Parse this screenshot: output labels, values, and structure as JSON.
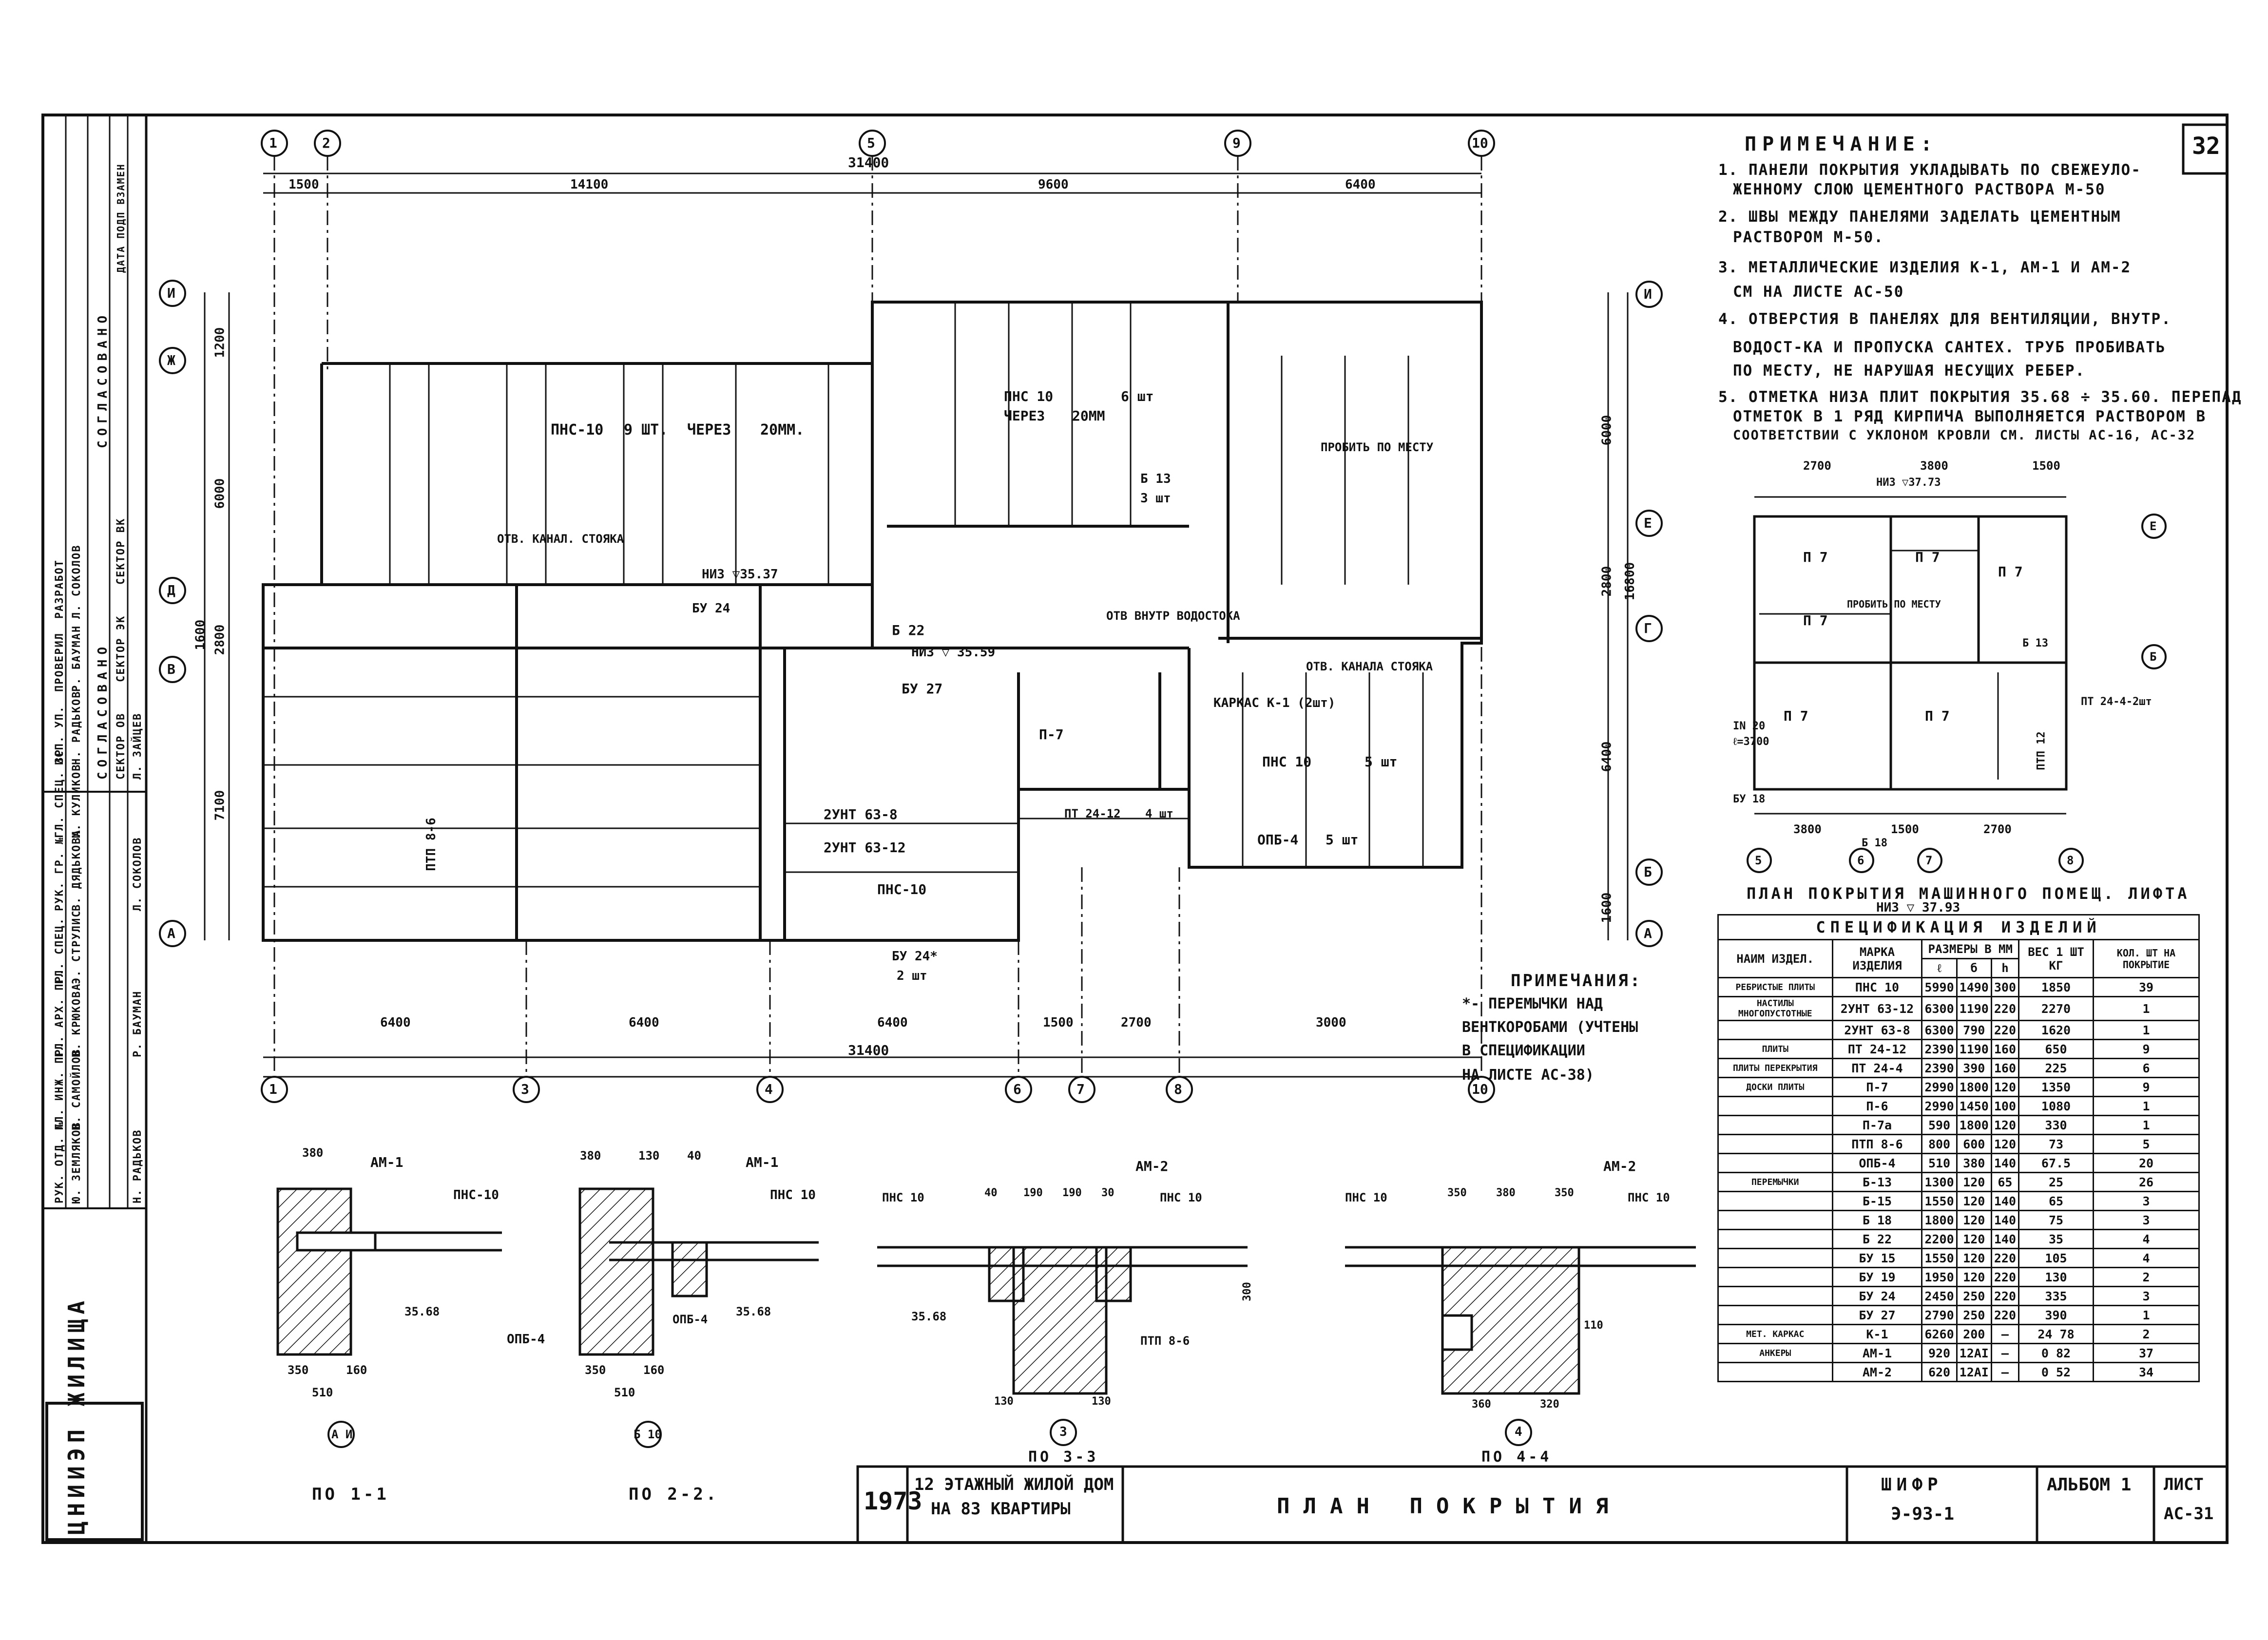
{
  "sheet": {
    "sheet_number_top": "32",
    "year": "1973",
    "project": "12 ЭТАЖНЫЙ ЖИЛОЙ ДОМ НА 83 КВАРТИРЫ",
    "project_line1": "12 ЭТАЖНЫЙ ЖИЛОЙ ДОМ",
    "project_line2": "НА 83 КВАРТИРЫ",
    "drawing_title": "ПЛАН ПОКРЫТИЯ",
    "code_label": "ШИФР",
    "code_value": "Э-93-1",
    "album": "АЛЬБОМ 1",
    "sheet_label": "ЛИСТ",
    "sheet_value": "АС-31",
    "logo": "ЦНИИЭП ЖИЛИЩА"
  },
  "notes": {
    "title": "ПРИМЕЧАНИЕ:",
    "items": [
      "1. ПАНЕЛИ ПОКРЫТИЯ УКЛАДЫВАТЬ ПО СВЕЖЕУЛО-",
      "ЖЕННОМУ СЛОЮ ЦЕМЕНТНОГО РАСТВОРА М-50",
      "2. ШВЫ МЕЖДУ ПАНЕЛЯМИ ЗАДЕЛАТЬ ЦЕМЕНТНЫМ",
      "РАСТВОРОМ М-50.",
      "3. МЕТАЛЛИЧЕСКИЕ ИЗДЕЛИЯ К-1, АМ-1 И АМ-2",
      "СМ НА ЛИСТЕ АС-50",
      "4. ОТВЕРСТИЯ В ПАНЕЛЯХ ДЛЯ ВЕНТИЛЯЦИИ, ВНУТР.",
      "ВОДОСТ-КА И ПРОПУСКА САНТЕХ. ТРУБ ПРОБИВАТЬ",
      "ПО МЕСТУ, НЕ НАРУШАЯ НЕСУЩИХ РЕБЕР.",
      "5. ОТМЕТКА НИЗА ПЛИТ ПОКРЫТИЯ 35.68 ÷ 35.60. ПЕРЕПАД",
      "ОТМЕТОК В 1 РЯД КИРПИЧА ВЫПОЛНЯЕТСЯ РАСТВОРОМ В",
      "СООТВЕТСТВИИ С УКЛОНОМ КРОВЛИ СМ. ЛИСТЫ АС-16, АС-32"
    ]
  },
  "notes2": {
    "title": "ПРИМЕЧАНИЯ:",
    "lines": [
      "*- ПЕРЕМЫЧКИ НАД",
      "ВЕНТКОРОБАМИ (УЧТЕНЫ",
      "В СПЕЦИФИКАЦИИ",
      "НА ЛИСТЕ АС-38)"
    ]
  },
  "plan": {
    "axes_top": [
      "1",
      "2",
      "5",
      "9",
      "10"
    ],
    "axes_bottom": [
      "1",
      "3",
      "4",
      "6",
      "7",
      "8",
      "10"
    ],
    "axes_left": [
      "И",
      "Ж",
      "Д",
      "В",
      "А"
    ],
    "axes_right": [
      "И",
      "Е",
      "Г",
      "Б",
      "А"
    ],
    "dims_top_total": "31400",
    "dims_top": [
      "1500",
      "14100",
      "9600",
      "6400"
    ],
    "dims_bottom": [
      "6400",
      "6400",
      "6400",
      "1500",
      "2700",
      "3000"
    ],
    "dims_bottom_total": "31400",
    "dims_left": [
      "1200",
      "6000",
      "1600",
      "2800",
      "7100"
    ],
    "dims_right": [
      "6000",
      "2800",
      "16800",
      "6400",
      "1600"
    ],
    "labels": [
      "ПНС-10",
      "9 ШТ.",
      "ЧЕРЕЗ",
      "20ММ.",
      "ПНС 10",
      "ЧЕРЕЗ",
      "20ММ",
      "6 шт",
      "ПРОБИТЬ ПО МЕСТУ",
      "ОТВ. КАНАЛ. СТОЯКА",
      "НИЗ ▽35.37",
      "БУ 24",
      "Б 13",
      "3 шт",
      "ОПБ-4",
      "5 шт",
      "ПНС 10",
      "5 шт",
      "ПТП 8-6",
      "П-7",
      "ПТ 24-12",
      "4 шт",
      "2УНТ 63-8",
      "2УНТ 63-12",
      "ПНС-10",
      "БУ 24*",
      "2 шт",
      "КАРКАС К-1 (2шт)",
      "ОТВ. КАНАЛА СТОЯКА",
      "ОТВ ВНУТР ВОДОСТОКА",
      "Б 22",
      "НИЗ ▽ 35.59",
      "БУ 27"
    ]
  },
  "lift_plan": {
    "title": "ПЛАН ПОКРЫТИЯ МАШИННОГО ПОМЕЩ. ЛИФТА",
    "level": "НИЗ ▽ 37.93",
    "labels": [
      "П 7",
      "П 7",
      "П 7",
      "П 7",
      "П 7",
      "П 7",
      "ПТП 12",
      "Б 13",
      "Б 18",
      "БУ 18",
      "ПРОБИТЬ ПО МЕСТУ",
      "IN 20",
      "ℓ=3700",
      "НИЗ ▽37.73",
      "ПТ 24-4-2шт"
    ],
    "dims_top": [
      "2700",
      "3800",
      "1500"
    ],
    "dims_bottom": [
      "3800",
      "1500",
      "2700"
    ],
    "axes": [
      "5",
      "6",
      "7",
      "8",
      "Е",
      "Б"
    ]
  },
  "sections": [
    {
      "caption": "ПО 1-1",
      "axis": "А И",
      "labels": [
        "АМ-1",
        "ПНС-10",
        "35.68",
        "ОПБ-4",
        "380",
        "350",
        "160",
        "510"
      ]
    },
    {
      "caption": "ПО 2-2.",
      "axis": "Б 10",
      "labels": [
        "АМ-1",
        "ПНС 10",
        "35.68",
        "ОПБ-4",
        "380",
        "130",
        "40",
        "350",
        "160",
        "510"
      ]
    },
    {
      "caption": "ПО 3-3",
      "axis": "3",
      "labels": [
        "АМ-2",
        "ПНС 10",
        "ПНС 10",
        "35.68",
        "ПТП 8-6",
        "40",
        "190",
        "190",
        "30",
        "130",
        "130",
        "300"
      ]
    },
    {
      "caption": "ПО 4-4",
      "axis": "4",
      "labels": [
        "АМ-2",
        "ПНС 10",
        "ПНС 10",
        "350",
        "380",
        "350",
        "360",
        "320",
        "110"
      ]
    }
  ],
  "spec": {
    "title": "СПЕЦИФИКАЦИЯ ИЗДЕЛИЙ",
    "headers": [
      "НАИМ ИЗДЕЛ.",
      "МАРКА ИЗДЕЛИЯ",
      "РАЗМЕРЫ В ММ",
      "ВЕС 1 ШТ КГ",
      "КОЛ. ШТ НА ПОКРЫТИЕ"
    ],
    "subheaders": [
      "ℓ",
      "б",
      "h"
    ],
    "rows": [
      {
        "group": "РЕБРИСТЫЕ ПЛИТЫ",
        "mark": "ПНС 10",
        "l": "5990",
        "b": "1490",
        "h": "300",
        "w": "1850",
        "n": "39"
      },
      {
        "group": "НАСТИЛЫ МНОГОПУСТОТНЫЕ",
        "mark": "2УНТ 63-12",
        "l": "6300",
        "b": "1190",
        "h": "220",
        "w": "2270",
        "n": "1"
      },
      {
        "group": "",
        "mark": "2УНТ 63-8",
        "l": "6300",
        "b": "790",
        "h": "220",
        "w": "1620",
        "n": "1"
      },
      {
        "group": "ПЛИТЫ",
        "mark": "ПТ 24-12",
        "l": "2390",
        "b": "1190",
        "h": "160",
        "w": "650",
        "n": "9"
      },
      {
        "group": "ПЛИТЫ ПЕРЕКРЫТИЯ",
        "mark": "ПТ 24-4",
        "l": "2390",
        "b": "390",
        "h": "160",
        "w": "225",
        "n": "6"
      },
      {
        "group": "ДОСКИ ПЛИТЫ",
        "mark": "П-7",
        "l": "2990",
        "b": "1800",
        "h": "120",
        "w": "1350",
        "n": "9"
      },
      {
        "group": "",
        "mark": "П-6",
        "l": "2990",
        "b": "1450",
        "h": "100",
        "w": "1080",
        "n": "1"
      },
      {
        "group": "",
        "mark": "П-7а",
        "l": "590",
        "b": "1800",
        "h": "120",
        "w": "330",
        "n": "1"
      },
      {
        "group": "",
        "mark": "ПТП 8-6",
        "l": "800",
        "b": "600",
        "h": "120",
        "w": "73",
        "n": "5"
      },
      {
        "group": "",
        "mark": "ОПБ-4",
        "l": "510",
        "b": "380",
        "h": "140",
        "w": "67.5",
        "n": "20"
      },
      {
        "group": "ПЕРЕМЫЧКИ",
        "mark": "Б-13",
        "l": "1300",
        "b": "120",
        "h": "65",
        "w": "25",
        "n": "26"
      },
      {
        "group": "",
        "mark": "Б-15",
        "l": "1550",
        "b": "120",
        "h": "140",
        "w": "65",
        "n": "3"
      },
      {
        "group": "",
        "mark": "Б 18",
        "l": "1800",
        "b": "120",
        "h": "140",
        "w": "75",
        "n": "3"
      },
      {
        "group": "",
        "mark": "Б 22",
        "l": "2200",
        "b": "120",
        "h": "140",
        "w": "35",
        "n": "4"
      },
      {
        "group": "",
        "mark": "БУ 15",
        "l": "1550",
        "b": "120",
        "h": "220",
        "w": "105",
        "n": "4"
      },
      {
        "group": "",
        "mark": "БУ 19",
        "l": "1950",
        "b": "120",
        "h": "220",
        "w": "130",
        "n": "2"
      },
      {
        "group": "",
        "mark": "БУ 24",
        "l": "2450",
        "b": "250",
        "h": "220",
        "w": "335",
        "n": "3"
      },
      {
        "group": "",
        "mark": "БУ 27",
        "l": "2790",
        "b": "250",
        "h": "220",
        "w": "390",
        "n": "1"
      },
      {
        "group": "МЕТ. КАРКАС",
        "mark": "К-1",
        "l": "6260",
        "b": "200",
        "h": "–",
        "w": "24 78",
        "n": "2"
      },
      {
        "group": "АНКЕРЫ",
        "mark": "АМ-1",
        "l": "920",
        "b": "12AI",
        "h": "–",
        "w": "0 82",
        "n": "37"
      },
      {
        "group": "",
        "mark": "АМ-2",
        "l": "620",
        "b": "12AI",
        "h": "–",
        "w": "0 52",
        "n": "34"
      }
    ]
  },
  "stamp": {
    "roles": [
      "РУК. ОТД. №",
      "ГЛ. ИНЖ. ПР.",
      "ГЛ. АРХ. ПР.",
      "ГЛ. СПЕЦ.",
      "РУК. ГР. №",
      "ГЛ. СПЕЦ. ЗР",
      "ИСП. УП.",
      "ПРОВЕРИЛ",
      "РАЗРАБОТ",
      "СОГЛАСОВАНО",
      "СЕКТОР ОВ",
      "СЕКТОР ЭК",
      "СЕКТОР ВК"
    ],
    "names": [
      "Ю. ЗЕМЛЯКОВ",
      "Н. САМОЙЛОВ",
      "В. КРЮКОВА",
      "Э. СТРУЛИС",
      "В. ДЯДЬКОВА",
      "М. КУЛИКОВ",
      "Н. РАДЬКОВ",
      "Р. БАУМАН",
      "Л. СОКОЛОВ",
      "Л. ЗАЙЦЕВ"
    ],
    "stamp_text": "СОГЛАСОВАНО",
    "stamp_side": "ДАТА ПОДП ВЗАМЕН"
  }
}
